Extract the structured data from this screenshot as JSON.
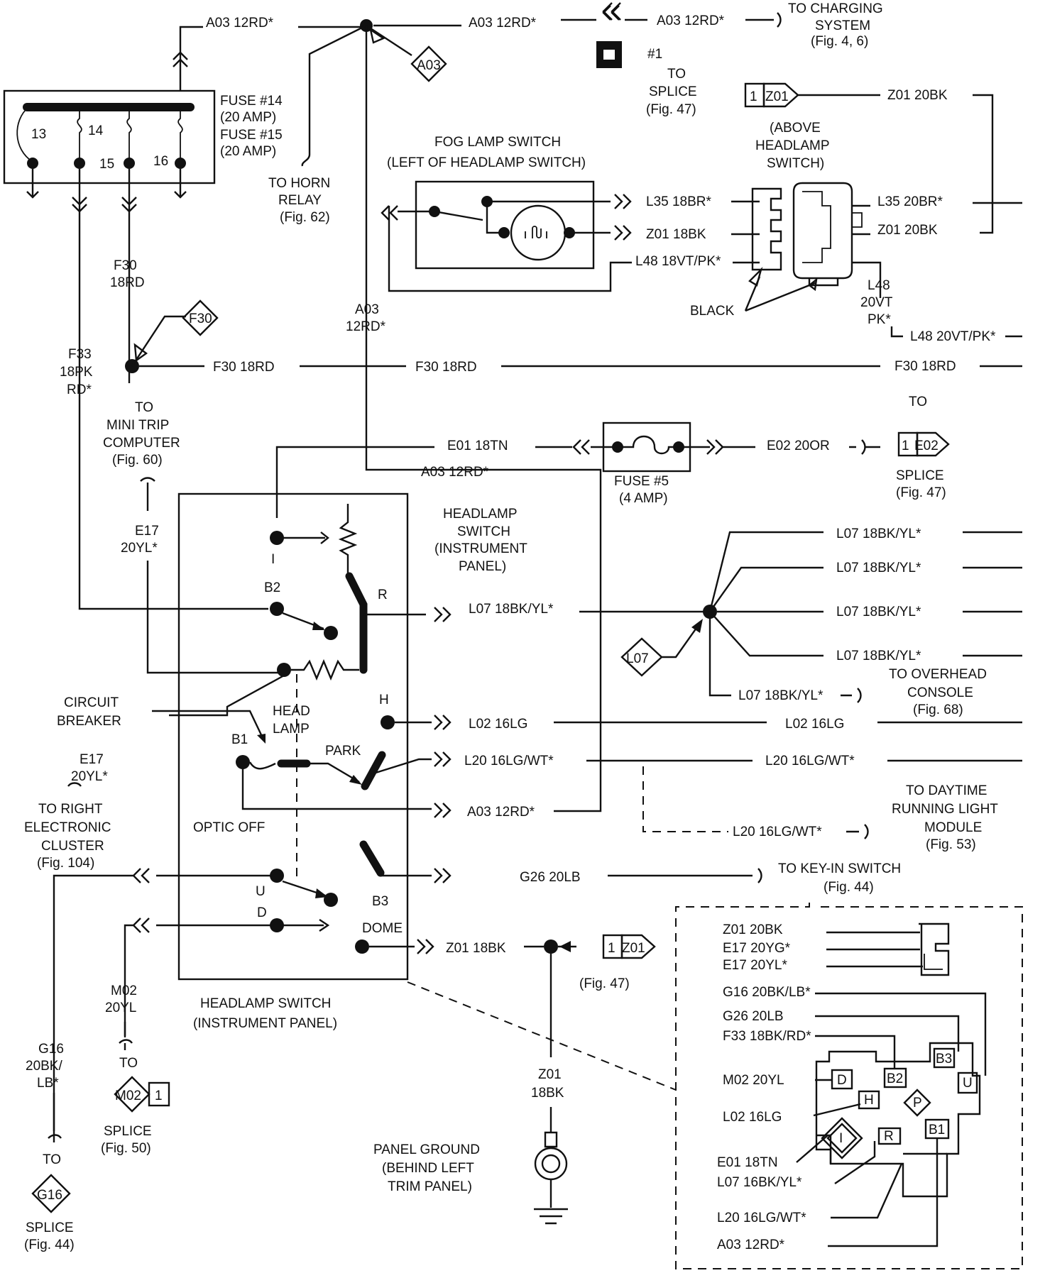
{
  "wires": {
    "a03_top_left": "A03 12RD*",
    "a03_top_mid": "A03 12RD*",
    "a03_top_right": "A03 12RD*",
    "a03_vertical": [
      "A03",
      "12RD*"
    ],
    "a03_switch_in": "A03 12RD*",
    "a03_switch_out": "A03 12RD*",
    "f30_vertical": [
      "F30",
      "18RD"
    ],
    "f30_left": "F30 18RD",
    "f30_mid": "F30 18RD",
    "f30_right": "F30 18RD",
    "f33": [
      "F33",
      "18PK",
      "RD*"
    ],
    "e17_upper": [
      "E17",
      "20YL*"
    ],
    "e17_lower": [
      "E17",
      "20YL*"
    ],
    "e01": "E01 18TN",
    "e02": "E02 20OR",
    "l35_fog": "L35 18BR*",
    "z01_fog": "Z01 18BK",
    "l48_fog": "L48 18VT/PK*",
    "l35_hd": "L35 20BR*",
    "z01_hd": "Z01 20BK",
    "z01_top": "Z01 20BK",
    "l48_hd": [
      "L48",
      "20VT",
      "PK*"
    ],
    "l48_right": "L48 20VT/PK*",
    "l07_main": "L07 18BK/YL*",
    "l07_1": "L07 18BK/YL*",
    "l07_2": "L07 18BK/YL*",
    "l07_3": "L07 18BK/YL*",
    "l07_4": "L07 18BK/YL*",
    "l07_overhead": "L07 18BK/YL*",
    "l02_left": "L02 16LG",
    "l02_right": "L02 16LG",
    "l20_left": "L20 16LG/WT*",
    "l20_right": "L20 16LG/WT*",
    "l20_drl": "L20 16LG/WT*",
    "g26": "G26 20LB",
    "z01_dome": "Z01 18BK",
    "z01_ground": [
      "Z01",
      "18BK"
    ],
    "m02": [
      "M02",
      "20YL"
    ],
    "g16": [
      "G16",
      "20BK/",
      "LB*"
    ]
  },
  "fuses": {
    "label": [
      "FUSE #14",
      "(20 AMP)",
      "FUSE #15",
      "(20 AMP)"
    ],
    "n13": "13",
    "n14": "14",
    "n15": "15",
    "n16": "16",
    "fuse5": [
      "FUSE #5",
      "(4 AMP)"
    ]
  },
  "destinations": {
    "charging": [
      "TO CHARGING",
      "SYSTEM",
      "(Fig. 4, 6)"
    ],
    "splice1_num": "#1",
    "splice1": [
      "TO",
      "SPLICE",
      "(Fig. 47)"
    ],
    "horn": [
      "TO HORN",
      "RELAY",
      "(Fig. 62)"
    ],
    "mini_trip": [
      "TO",
      "MINI TRIP",
      "COMPUTER",
      "(Fig. 60)"
    ],
    "e02_to": "TO",
    "e02_splice": [
      "SPLICE",
      "(Fig. 47)"
    ],
    "overhead": [
      "TO OVERHEAD",
      "CONSOLE",
      "(Fig. 68)"
    ],
    "drl": [
      "TO DAYTIME",
      "RUNNING LIGHT",
      "MODULE",
      "(Fig. 53)"
    ],
    "key_in": [
      "TO KEY-IN SWITCH",
      "(Fig. 44)"
    ],
    "right_cluster": [
      "TO RIGHT",
      "ELECTRONIC",
      "CLUSTER",
      "(Fig. 104)"
    ],
    "z01_fig": "(Fig. 47)",
    "m02_to": "TO",
    "m02_splice": [
      "SPLICE",
      "(Fig. 50)"
    ],
    "g16_to": "TO",
    "g16_splice": [
      "SPLICE",
      "(Fig. 44)"
    ],
    "panel_ground": [
      "PANEL GROUND",
      "(BEHIND LEFT",
      "TRIM PANEL)"
    ]
  },
  "components": {
    "fog_switch": [
      "FOG LAMP SWITCH",
      "(LEFT OF HEADLAMP SWITCH)"
    ],
    "above_headlamp": [
      "(ABOVE",
      "HEADLAMP",
      "SWITCH)"
    ],
    "black": "BLACK",
    "headlamp_switch_top": [
      "HEADLAMP",
      "SWITCH",
      "(INSTRUMENT",
      "PANEL)"
    ],
    "headlamp_switch_bottom": [
      "HEADLAMP SWITCH",
      "(INSTRUMENT PANEL)"
    ],
    "circuit_breaker": [
      "CIRCUIT",
      "BREAKER"
    ],
    "head_lamp": [
      "HEAD",
      "LAMP"
    ],
    "park": "PARK",
    "optic_off": "OPTIC OFF",
    "dome": "DOME"
  },
  "switch_terminals": {
    "I": "I",
    "B2": "B2",
    "R": "R",
    "H": "H",
    "B1": "B1",
    "U": "U",
    "D": "D",
    "B3": "B3"
  },
  "connectors": {
    "a03": "A03",
    "f30": "F30",
    "z01_top_num": "1",
    "z01_top": "Z01",
    "e02_num": "1",
    "e02": "E02",
    "l07": "L07",
    "z01_dome_num": "1",
    "z01_dome": "Z01",
    "m02": "M02",
    "m02_num": "1",
    "g16": "G16"
  },
  "connector_view": {
    "labels": {
      "z01": "Z01 20BK",
      "e17yg": "E17 20YG*",
      "e17yl": "E17 20YL*",
      "g16": "G16 20BK/LB*",
      "g26": "G26 20LB",
      "f33": "F33 18BK/RD*",
      "m02": "M02 20YL",
      "l02": "L02 16LG",
      "e01": "E01 18TN",
      "l07": "L07 16BK/YL*",
      "l20": "L20 16LG/WT*",
      "a03": "A03 12RD*"
    },
    "pins": {
      "B3": "B3",
      "D": "D",
      "B2": "B2",
      "U": "U",
      "H": "H",
      "P": "P",
      "I": "I",
      "R": "R",
      "B1": "B1"
    }
  }
}
